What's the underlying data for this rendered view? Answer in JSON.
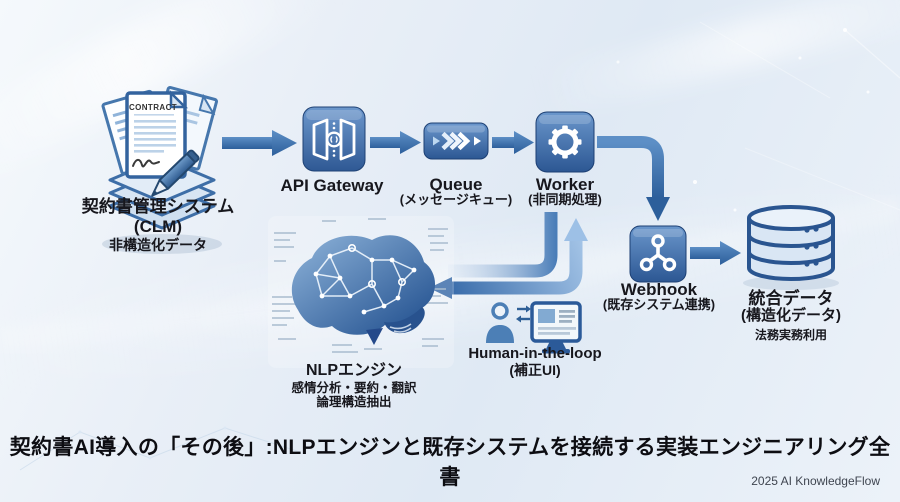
{
  "nodes": {
    "clm": {
      "doc_label": "CONTRACT",
      "title": "契約書管理システム",
      "subtitle": "(CLM)",
      "note": "非構造化データ"
    },
    "api_gateway": {
      "title": "API Gateway"
    },
    "queue": {
      "title": "Queue",
      "subtitle": "(メッセージキュー)"
    },
    "worker": {
      "title": "Worker",
      "subtitle": "(非同期処理)"
    },
    "webhook": {
      "title": "Webhook",
      "subtitle": "(既存システム連携)"
    },
    "database": {
      "title": "統合データ",
      "subtitle": "(構造化データ)",
      "note": "法務実務利用"
    },
    "nlp": {
      "title": "NLPエンジン",
      "subtitle": "感情分析・要約・翻訳",
      "note": "論理構造抽出"
    },
    "hitl": {
      "title": "Human-in-the-loop",
      "subtitle": "(補正UI)"
    }
  },
  "footer": {
    "title": "契約書AI導入の「その後」:NLPエンジンと既存システムを接続する実装エンジニアリング全書",
    "credit": "2025 AI KnowledgeFlow"
  },
  "colors": {
    "icon_top": "#6b97cc",
    "icon_bottom": "#2c5793",
    "arrow_dark": "#2d5f9b",
    "arrow_light": "#a6c6e8",
    "outline": "#2a5590",
    "text": "#17171d",
    "background": "#e9eff7"
  }
}
